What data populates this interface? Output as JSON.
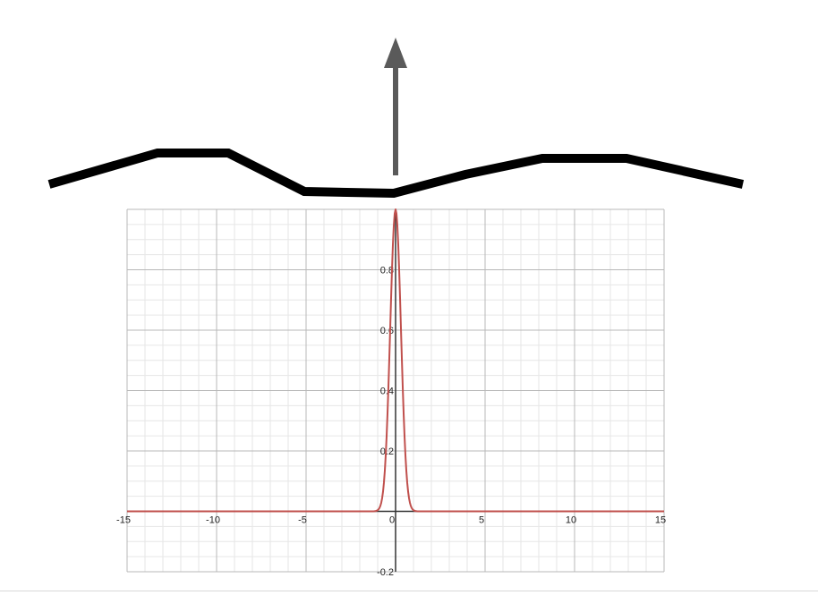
{
  "colors": {
    "background": "#ffffff",
    "surface_line": "#000000",
    "arrow": "#5a5a5a",
    "grid_minor": "#e6e6e6",
    "grid_major": "#b8b8b8",
    "axis": "#333333",
    "curve": "#c0504d"
  },
  "diagram": {
    "surface_profile_icon": "rough-surface-profile",
    "arrow_icon": "up-arrow-icon"
  },
  "chart_data": {
    "type": "line",
    "title": "",
    "xlabel": "",
    "ylabel": "",
    "xlim": [
      -15,
      15
    ],
    "ylim": [
      -0.2,
      1.0
    ],
    "grid": true,
    "x_ticks": [
      -15,
      -10,
      -5,
      0,
      5,
      10,
      15
    ],
    "x_tick_labels": [
      "-15",
      "-10",
      "-5",
      "0",
      "5",
      "10",
      "15"
    ],
    "y_ticks": [
      0.2,
      0.4,
      0.6,
      0.8
    ],
    "y_tick_labels": [
      "0.2",
      "0.4",
      "0.6",
      "0.8"
    ],
    "y_tick_bottom_label": "-0.2",
    "series": [
      {
        "color": "#c0504d",
        "function": "gaussian",
        "amplitude": 1.0,
        "center": 0,
        "sigma": 0.3,
        "x": [
          -2.0,
          -1.5,
          -1.2,
          -1.0,
          -0.8,
          -0.6,
          -0.5,
          -0.4,
          -0.3,
          -0.2,
          -0.1,
          0,
          0.1,
          0.2,
          0.3,
          0.4,
          0.5,
          0.6,
          0.8,
          1.0,
          1.2,
          1.5,
          2.0
        ],
        "y": [
          0.0,
          0.0,
          0.0003,
          0.0039,
          0.029,
          0.135,
          0.249,
          0.411,
          0.607,
          0.801,
          0.946,
          1.0,
          0.946,
          0.801,
          0.607,
          0.411,
          0.249,
          0.135,
          0.029,
          0.0039,
          0.0003,
          0.0,
          0.0
        ]
      }
    ]
  }
}
